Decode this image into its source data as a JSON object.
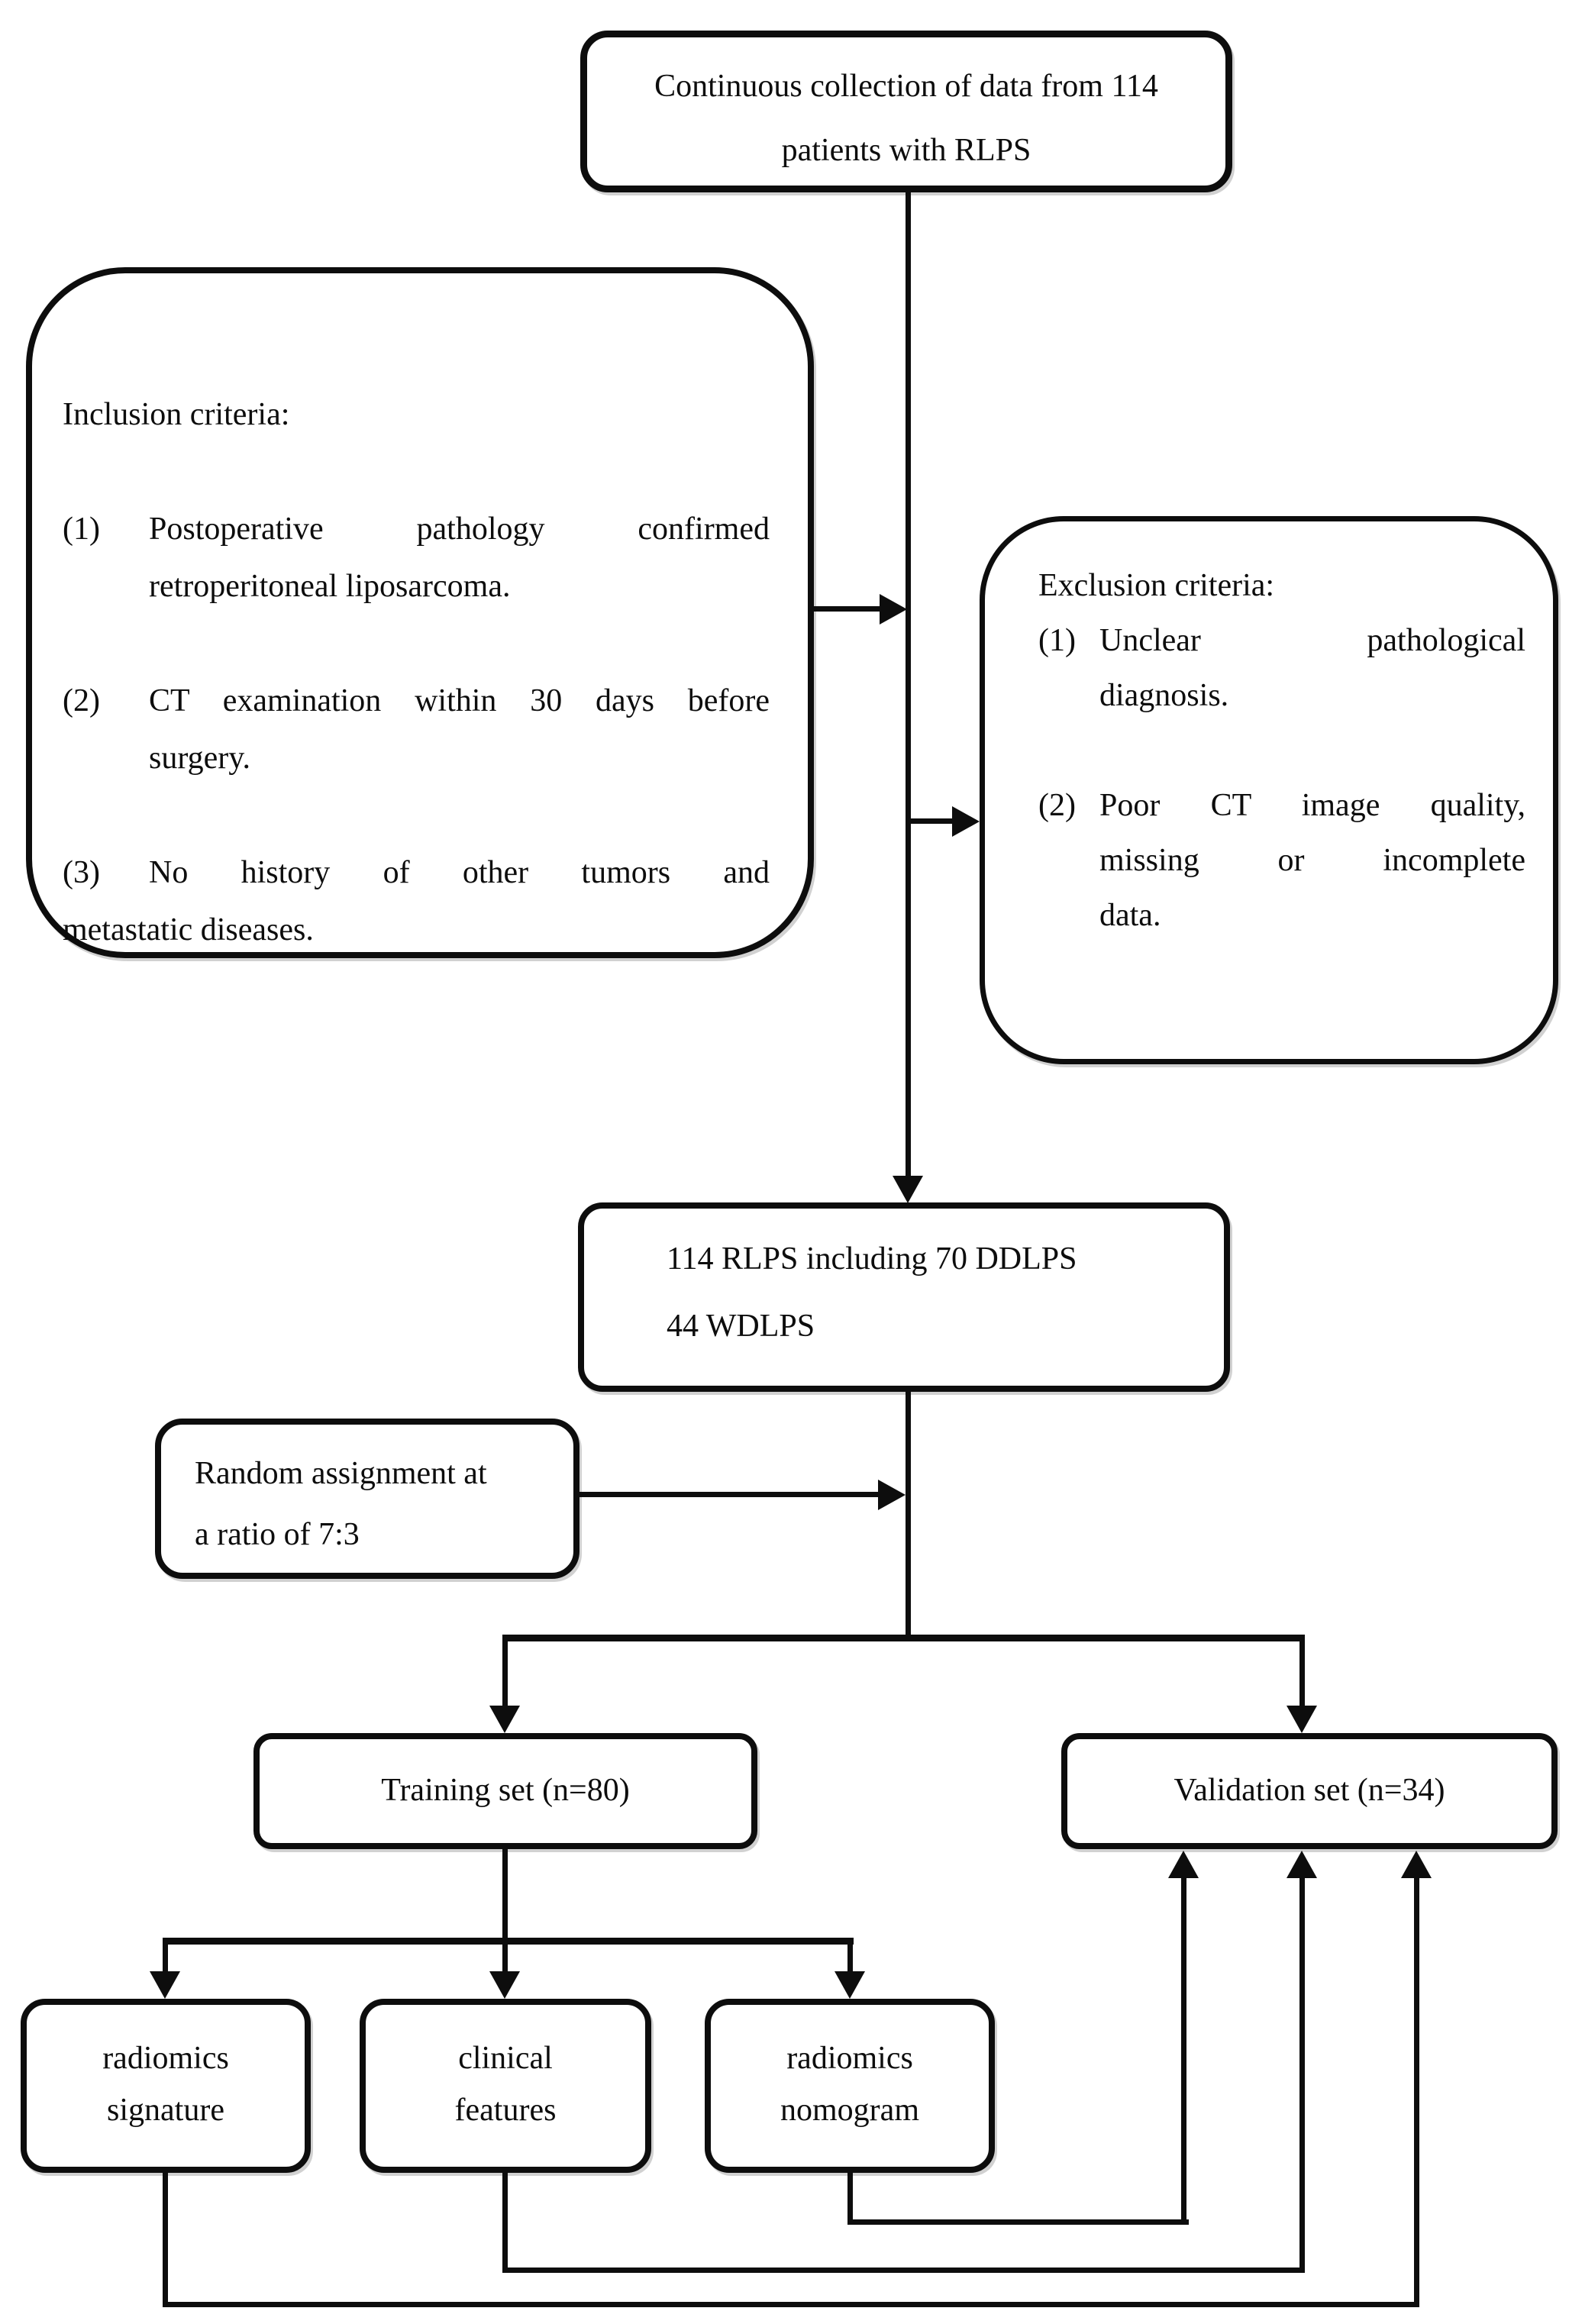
{
  "figure": {
    "type": "flowchart",
    "background_color": "#ffffff",
    "line_color": "#0d0d0d"
  },
  "boxes": {
    "collection": {
      "line1": "Continuous collection of data from 114",
      "line2": "patients with RLPS"
    },
    "inclusion": {
      "title": "Inclusion criteria:",
      "item1": {
        "marker": "(1)",
        "line1": "Postoperative pathology confirmed",
        "line2": "retroperitoneal liposarcoma."
      },
      "item2": {
        "marker": "(2)",
        "line1": "CT examination within 30 days before",
        "line2": "surgery."
      },
      "item3": {
        "marker": "(3)",
        "line1": "No history of other tumors and",
        "line2": "metastatic diseases."
      }
    },
    "exclusion": {
      "title": "Exclusion criteria:",
      "item1": {
        "marker": "(1)",
        "line1": "Unclear pathological",
        "line2": "diagnosis."
      },
      "item2": {
        "marker": "(2)",
        "line1": "Poor CT image quality,",
        "line2": "missing or incomplete",
        "line3": "data."
      }
    },
    "cohort": {
      "line1": "114 RLPS including 70 DDLPS",
      "line2": "44 WDLPS"
    },
    "random": {
      "line1": "Random assignment at",
      "line2": "a ratio of 7:3"
    },
    "training": {
      "label": "Training set (n=80)"
    },
    "validation": {
      "label": "Validation set (n=34)"
    },
    "signature": {
      "line1": "radiomics",
      "line2": "signature"
    },
    "clinical": {
      "line1": "clinical",
      "line2": "features"
    },
    "nomogram": {
      "line1": "radiomics",
      "line2": "nomogram"
    }
  }
}
